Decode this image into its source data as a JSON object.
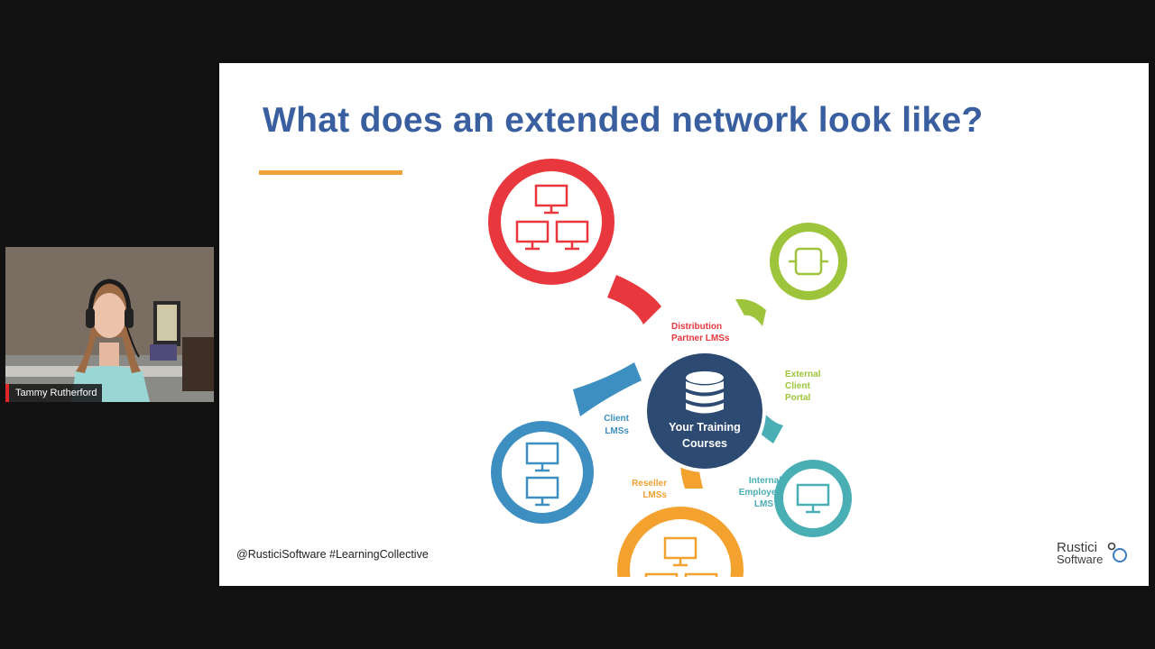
{
  "participant": {
    "name": "Tammy Rutherford"
  },
  "slide": {
    "title": "What does an extended network look like?",
    "footer_handle": "@RusticiSoftware #LearningCollective",
    "logo": {
      "line1": "Rustici",
      "line2": "Software"
    },
    "diagram": {
      "center": {
        "line1": "Your Training",
        "line2": "Courses",
        "icon": "database-icon",
        "color": "#2c4a72"
      },
      "nodes": [
        {
          "id": "distribution",
          "lines": [
            "Distribution",
            "Partner LMSs"
          ],
          "color": "#e8383d",
          "icon": "network-three-monitors-icon"
        },
        {
          "id": "external",
          "lines": [
            "External",
            "Client",
            "Portal"
          ],
          "color": "#9dc43a",
          "icon": "portal-icon"
        },
        {
          "id": "internal",
          "lines": [
            "Internal",
            "Employee",
            "LMS"
          ],
          "color": "#4aafb4",
          "icon": "monitor-icon"
        },
        {
          "id": "reseller",
          "lines": [
            "Reseller",
            "LMSs"
          ],
          "color": "#f3a12f",
          "icon": "network-three-monitors-icon"
        },
        {
          "id": "client",
          "lines": [
            "Client",
            "LMSs"
          ],
          "color": "#3e8fc1",
          "icon": "two-monitors-icon"
        }
      ]
    }
  },
  "colors": {
    "title": "#3a5fa0",
    "accent_rule": "#f0a13a",
    "background": "#111111"
  }
}
